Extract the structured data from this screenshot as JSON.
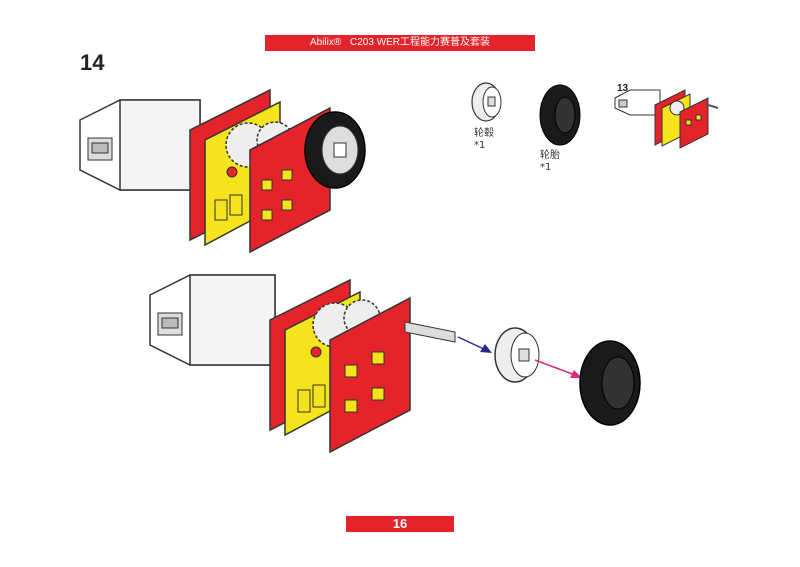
{
  "header": {
    "brand": "Abilix®",
    "title": "C203 WER工程能力赛普及套装"
  },
  "step_number": "14",
  "reference_step": "13",
  "parts": [
    {
      "name": "轮毂",
      "qty": "*1"
    },
    {
      "name": "轮胎",
      "qty": "*1"
    }
  ],
  "page_number": "16",
  "colors": {
    "brand_red": "#e5232a",
    "brick_red": "#e5232a",
    "brick_yellow": "#f5e31c",
    "arrow_blue": "#2a2a8a",
    "arrow_pink": "#e0287a"
  }
}
